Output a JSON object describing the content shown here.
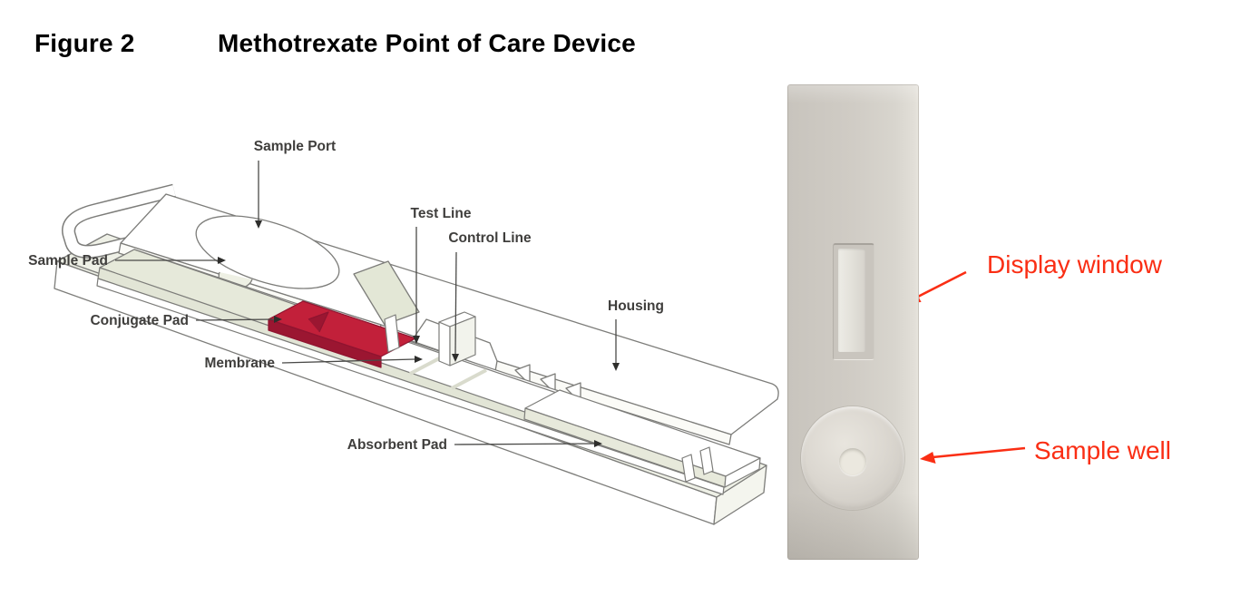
{
  "figure": {
    "label": "Figure 2",
    "title": "Methotrexate Point of Care Device"
  },
  "diagram": {
    "labels": {
      "sample_port": "Sample Port",
      "sample_pad": "Sample Pad",
      "test_line": "Test Line",
      "control_line": "Control Line",
      "conjugate_pad": "Conjugate Pad",
      "membrane": "Membrane",
      "absorbent_pad": "Absorbent Pad",
      "housing": "Housing"
    },
    "colors": {
      "outline": "#7d7d7a",
      "label_text": "#3f3e3c",
      "pad_sage": "#e6e9da",
      "conjugate_red": "#c2203a"
    }
  },
  "photo": {
    "annotations": {
      "display_window": "Display window",
      "sample_well": "Sample well"
    },
    "colors": {
      "annotation_red": "#fa2e14",
      "cassette": "#d2cfc8"
    }
  }
}
